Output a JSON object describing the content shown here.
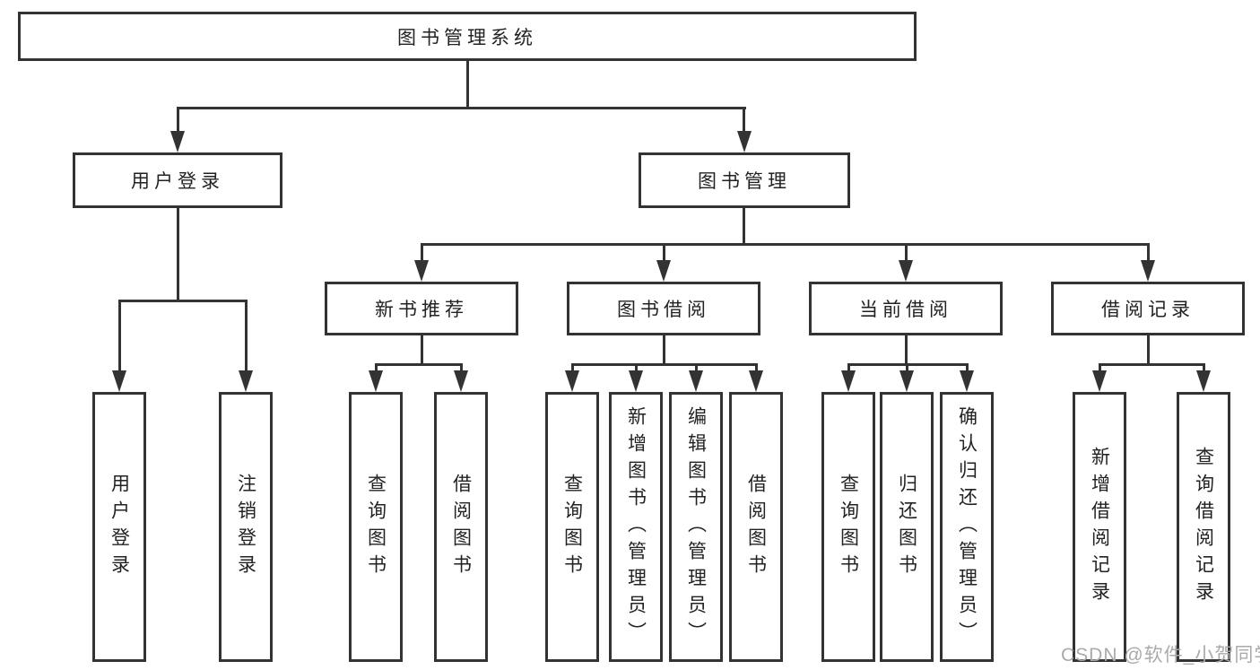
{
  "diagram": {
    "root": "图书管理系统",
    "l2": [
      "用户登录",
      "图书管理"
    ],
    "l3": [
      "新书推荐",
      "图书借阅",
      "当前借阅",
      "借阅记录"
    ],
    "leaves_login": [
      "用户登录",
      "注销登录"
    ],
    "leaves_newbook": [
      "查询图书",
      "借阅图书"
    ],
    "leaves_borrow": [
      "查询图书",
      "新增图书（管理员）",
      "编辑图书（管理员）",
      "借阅图书"
    ],
    "leaves_current": [
      "查询图书",
      "归还图书",
      "确认归还（管理员）"
    ],
    "leaves_record": [
      "新增借阅记录",
      "查询借阅记录"
    ],
    "watermark": "CSDN @软件_小贺同学"
  },
  "icons": {
    "arrowhead-down": "filled triangle pointing down (CSS border shape)"
  },
  "colors": {
    "line": "#333333",
    "text": "#222222",
    "watermark": "#aaaaaa",
    "bg": "#ffffff"
  }
}
